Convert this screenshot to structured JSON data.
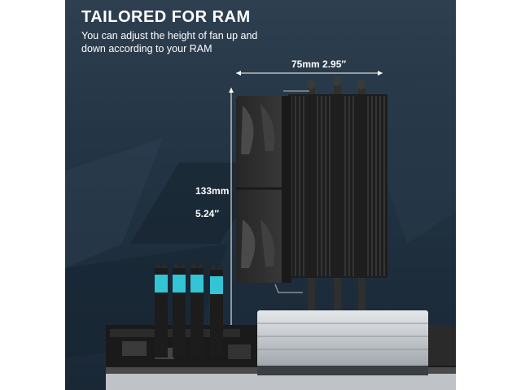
{
  "headline": "TAILORED  FOR RAM",
  "subheadline": "You can adjust the height of fan up and down according to your RAM",
  "dimensions": {
    "width_label": "75mm 2.95″",
    "height_mm_label": "133mm",
    "height_in_label": "5.24″"
  },
  "colors": {
    "background_top": "#2e3f50",
    "background_bottom": "#1a2836",
    "text": "#ffffff",
    "ram_rgb_accent": "#33c4d6",
    "cooler_body": "#2a2a2a",
    "base_metal": "#c9cdd1"
  }
}
